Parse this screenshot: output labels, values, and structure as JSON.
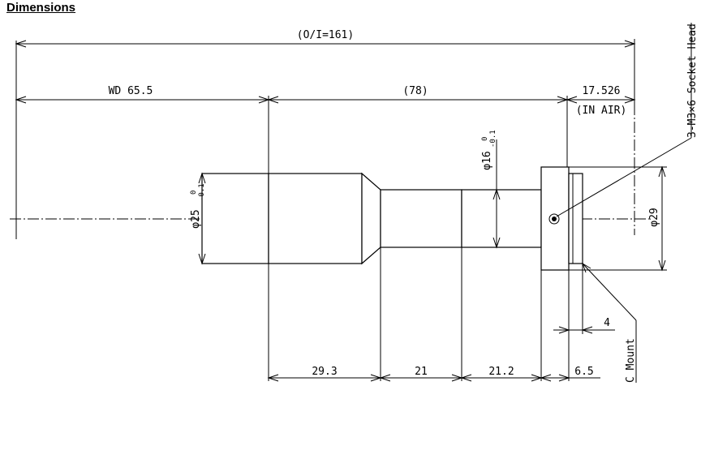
{
  "title": "Dimensions",
  "dims": {
    "overall": "(O/I=161)",
    "wd": "WD 65.5",
    "length": "(78)",
    "flange": "17.526",
    "in_air": "(IN AIR)",
    "seg1": "29.3",
    "seg2": "21",
    "seg3": "21.2",
    "seg4": "6.5",
    "mount_depth": "4"
  },
  "diameters": {
    "d25_symbol": "φ25",
    "d25_upper": "0",
    "d25_lower": "-0.1",
    "d16_symbol": "φ16",
    "d16_upper": "0",
    "d16_lower": "-0.1",
    "d29": "φ29"
  },
  "callouts": {
    "screw": "3-M3×6 Socket Head",
    "mount": "C Mount"
  }
}
